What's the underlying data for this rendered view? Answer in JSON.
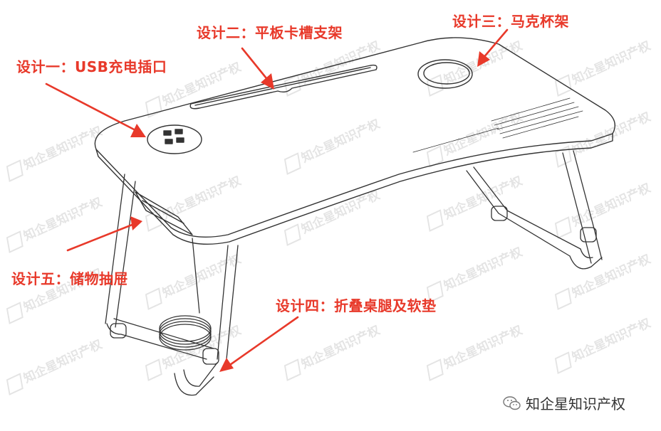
{
  "labels": {
    "design1": "设计一：USB充电插口",
    "design2": "设计二：平板卡槽支架",
    "design3": "设计三：马克杯架",
    "design4": "设计四：折叠桌腿及软垫",
    "design5": "设计五：储物抽屉"
  },
  "watermark": "知企星知识产权",
  "brand": "知企星知识产权",
  "colors": {
    "label": "#e8392a",
    "line": "#333333",
    "watermark": "#cfcfcf"
  }
}
